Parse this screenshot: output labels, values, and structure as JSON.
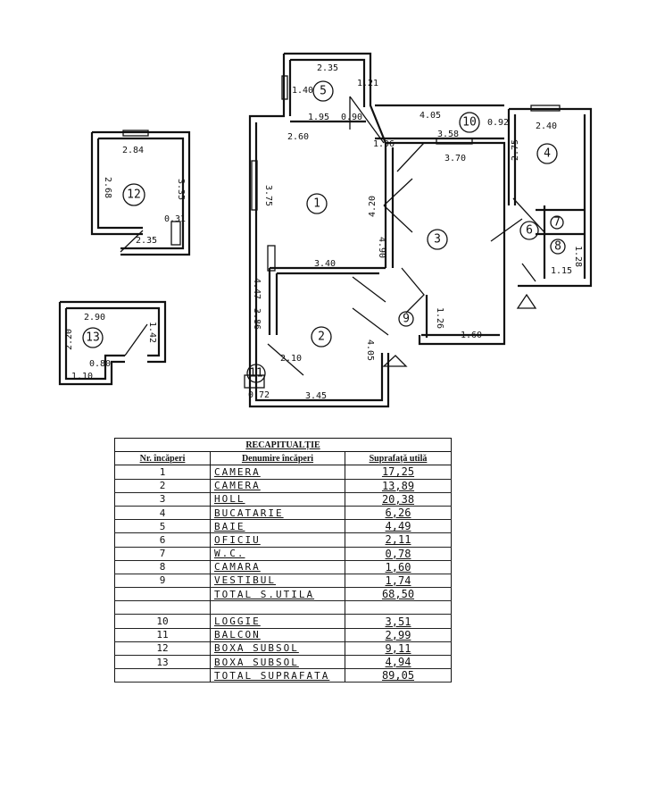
{
  "plan": {
    "rooms": [
      "1",
      "2",
      "3",
      "4",
      "5",
      "6",
      "7",
      "8",
      "9",
      "10",
      "11",
      "12",
      "13"
    ],
    "dims": {
      "r5_top": "2.35",
      "r5_bottom": "1.95",
      "r5_left": "1.40",
      "r5_door": "1.21",
      "r5_w": "0.90",
      "r1_top": "2.60",
      "r1_left": "3.75",
      "r1_right": "4.20",
      "r1_bottom": "3.40",
      "r1_diag": "1.96",
      "r10_top": "4.05",
      "r10_w": "0.92",
      "r3_top": "3.58",
      "r3_t2": "3.70",
      "r3_left": "4.90",
      "r3_bottom": "1.60",
      "r3_mid": "1.26",
      "r4_top": "2.40",
      "r4_left": "2.75",
      "r8_right": "1.28",
      "r8_bottom": "1.15",
      "r2_left": "3.86",
      "r2_leftu": "4.47",
      "r2_right": "4.05",
      "r2_bottom": "3.45",
      "r2_door": "2.10",
      "r11_w": "0.72",
      "r12_top": "2.84",
      "r12_left": "2.68",
      "r12_right": "3.35",
      "r12_bottom": "2.35",
      "r12_s": "0.31",
      "r13_top": "2.90",
      "r13_left": "2.20",
      "r13_right": "1.42",
      "r13_bottom": "1.10",
      "r13_s": "0.80"
    }
  },
  "recap": {
    "title": "RECAPITUALȚIE",
    "headers": [
      "Nr. încăperi",
      "Denumire încăperi",
      "Suprafață utilă"
    ],
    "rows": [
      {
        "nr": "1",
        "name": "CAMERA",
        "area": "17,25"
      },
      {
        "nr": "2",
        "name": "CAMERA",
        "area": "13,89"
      },
      {
        "nr": "3",
        "name": "HOLL",
        "area": "20,38"
      },
      {
        "nr": "4",
        "name": "BUCATARIE",
        "area": "6,26"
      },
      {
        "nr": "5",
        "name": "BAIE",
        "area": "4,49"
      },
      {
        "nr": "6",
        "name": "OFICIU",
        "area": "2,11"
      },
      {
        "nr": "7",
        "name": "W.C.",
        "area": "0,78"
      },
      {
        "nr": "8",
        "name": "CAMARA",
        "area": "1,60"
      },
      {
        "nr": "9",
        "name": "VESTIBUL",
        "area": "1,74"
      },
      {
        "nr": "",
        "name": "TOTAL S.UTILA",
        "area": "68,50"
      },
      {
        "nr": "",
        "name": "",
        "area": ""
      },
      {
        "nr": "10",
        "name": "LOGGIE",
        "area": "3,51"
      },
      {
        "nr": "11",
        "name": "BALCON",
        "area": "2,99"
      },
      {
        "nr": "12",
        "name": "BOXA SUBSOL",
        "area": "9,11"
      },
      {
        "nr": "13",
        "name": "BOXA SUBSOL",
        "area": "4,94"
      },
      {
        "nr": "",
        "name": "TOTAL SUPRAFATA",
        "area": "89,05"
      }
    ]
  }
}
